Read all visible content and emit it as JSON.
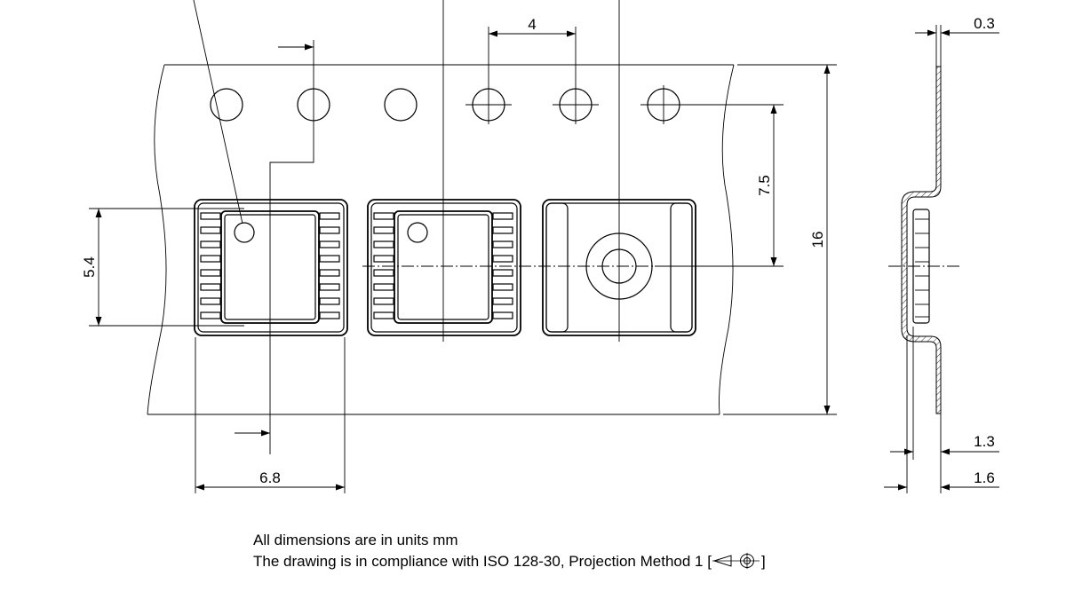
{
  "diagram": {
    "dimensions": {
      "pitch": "4",
      "thickness": "0.3",
      "hole_to_center": "7.5",
      "tape_width": "16",
      "cavity_length": "5.4",
      "cavity_width": "6.8",
      "pocket_depth_inner": "1.3",
      "pocket_depth_outer": "1.6"
    },
    "notes": {
      "units": "All dimensions are in units mm",
      "compliance_prefix": "The drawing is in compliance with ISO 128-30, Projection Method 1 [",
      "compliance_suffix": "]"
    },
    "colors": {
      "stroke": "#000000",
      "background": "#ffffff"
    }
  }
}
